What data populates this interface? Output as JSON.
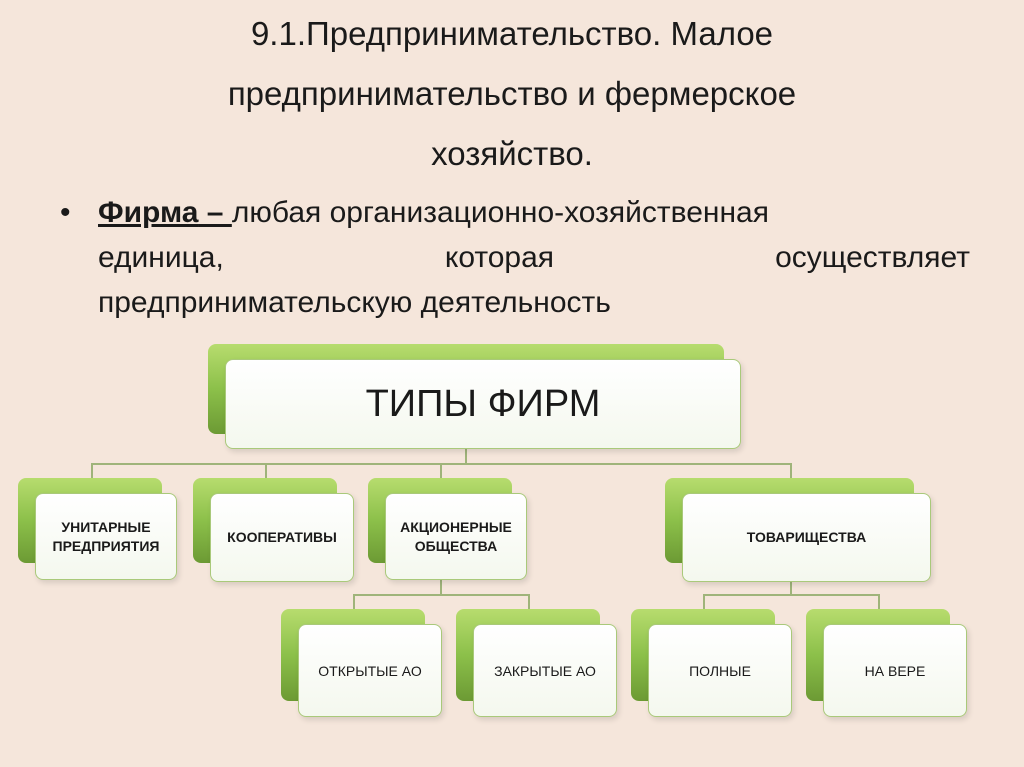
{
  "slide": {
    "title_lines": [
      "9.1.Предпринимательство. Малое",
      "предпринимательство и фермерское",
      "хозяйство."
    ],
    "bullet": {
      "term": "Фирма",
      "dash": " – ",
      "line1_rest": "любая организационно-хозяйственная",
      "line2_words": [
        "единица,",
        "которая",
        "осуществляет"
      ],
      "line3": "предпринимательскую деятельность"
    }
  },
  "diagram": {
    "root": "ТИПЫ ФИРМ",
    "level1": [
      "УНИТАРНЫЕ ПРЕДПРИЯТИЯ",
      "КООПЕРАТИВЫ",
      "АКЦИОНЕРНЫЕ ОБЩЕСТВА",
      "ТОВАРИЩЕСТВА"
    ],
    "level2": [
      "ОТКРЫТЫЕ АО",
      "ЗАКРЫТЫЕ АО",
      "ПОЛНЫЕ",
      "НА ВЕРЕ"
    ]
  }
}
